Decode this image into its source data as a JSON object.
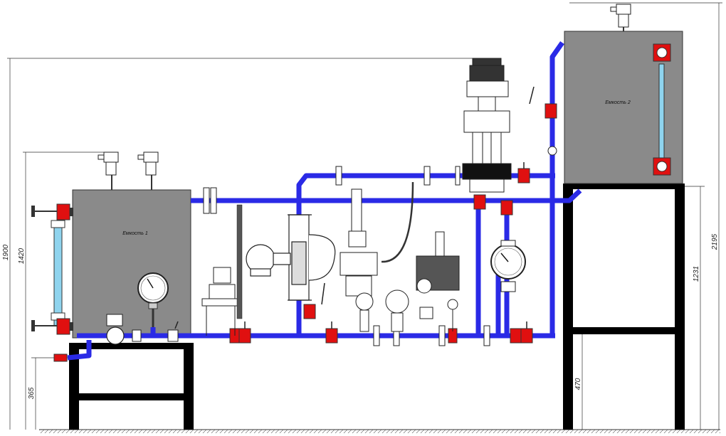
{
  "tanks": {
    "left_label": "Емкость 1",
    "right_label": "Емкость 2"
  },
  "dimensions": {
    "left_overall": "1900",
    "left_tank_height": "1420",
    "left_stand": "365",
    "right_overall": "2195",
    "right_stand_top": "1231",
    "right_stand_low": "470"
  },
  "colors": {
    "pipe": "#2a2ae6",
    "tank": "#888888",
    "frame": "#000000",
    "valve": "#e01010",
    "sight_glass": "#8fd4ee"
  }
}
